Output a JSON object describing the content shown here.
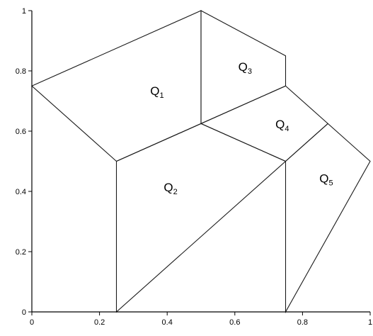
{
  "diagram": {
    "x_ticks": [
      {
        "value": 0,
        "label": "0"
      },
      {
        "value": 0.2,
        "label": "0.2"
      },
      {
        "value": 0.4,
        "label": "0.4"
      },
      {
        "value": 0.6,
        "label": "0.6"
      },
      {
        "value": 0.8,
        "label": "0.8"
      },
      {
        "value": 1,
        "label": "1"
      }
    ],
    "y_ticks": [
      {
        "value": 0,
        "label": "0"
      },
      {
        "value": 0.2,
        "label": "0.2"
      },
      {
        "value": 0.4,
        "label": "0.4"
      },
      {
        "value": 0.6,
        "label": "0.6"
      },
      {
        "value": 0.8,
        "label": "0.8"
      },
      {
        "value": 1,
        "label": "1"
      }
    ],
    "regions": [
      {
        "base": "Q",
        "sub": "1",
        "at": [
          0.35,
          0.72
        ],
        "vertices": [
          [
            0,
            0.75
          ],
          [
            0.5,
            1
          ],
          [
            0.5,
            0.625
          ],
          [
            0.25,
            0.5
          ]
        ]
      },
      {
        "base": "Q",
        "sub": "3",
        "at": [
          0.61,
          0.8
        ],
        "vertices": [
          [
            0.5,
            1
          ],
          [
            0.75,
            0.85
          ],
          [
            0.75,
            0.75
          ],
          [
            0.5,
            0.625
          ]
        ]
      },
      {
        "base": "Q",
        "sub": "4",
        "at": [
          0.72,
          0.61
        ],
        "vertices": [
          [
            0.5,
            0.625
          ],
          [
            0.75,
            0.75
          ],
          [
            0.875,
            0.625
          ],
          [
            0.75,
            0.5
          ]
        ]
      },
      {
        "base": "Q",
        "sub": "2",
        "at": [
          0.39,
          0.4
        ],
        "vertices": [
          [
            0.25,
            0.5
          ],
          [
            0.5,
            0.625
          ],
          [
            0.75,
            0.5
          ],
          [
            0.25,
            0
          ]
        ]
      },
      {
        "base": "Q",
        "sub": "5",
        "at": [
          0.85,
          0.43
        ],
        "vertices": [
          [
            0.75,
            0.5
          ],
          [
            0.875,
            0.625
          ],
          [
            1,
            0.5
          ],
          [
            0.75,
            0
          ]
        ]
      }
    ]
  }
}
